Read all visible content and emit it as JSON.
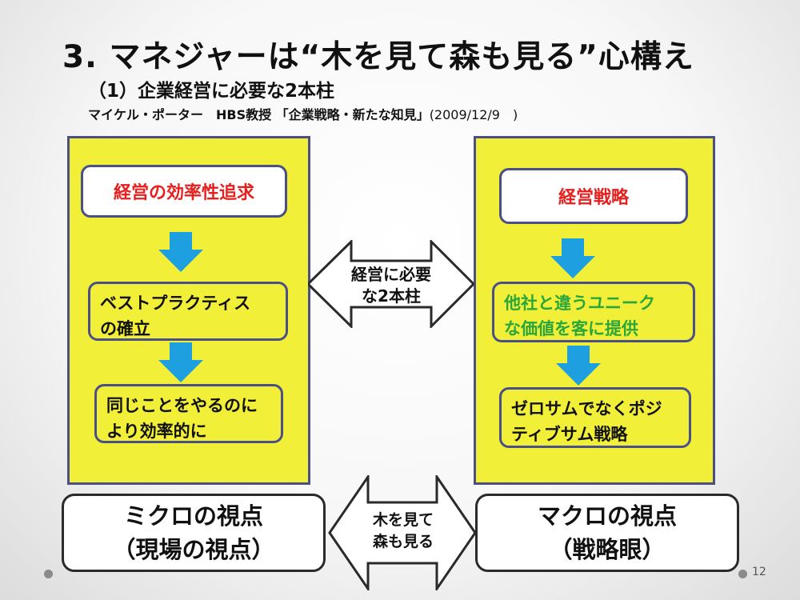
{
  "slide": {
    "title": "3. マネジャーは“木を見て森も見る”心構え",
    "subtitle": "（1）企業経営に必要な2本柱",
    "reference_prefix": "マイケル・ポーター　HBS教授 「企業戦略・新たな知見」",
    "reference_date": "(2009/12/9　)",
    "page_number": "12"
  },
  "left_panel": {
    "header": "経営の効率性追求",
    "step1": "ベストプラクティス\nの確立",
    "step2": "同じことをやるのに\nより効率的に"
  },
  "right_panel": {
    "header": "経営戦略",
    "step1": "他社と違うユニーク\nな価値を客に提供",
    "step2": "ゼロサムでなくポジ\nティブサム戦略"
  },
  "middle_arrow": {
    "label": "経営に必要\nな2本柱"
  },
  "bottom": {
    "left_line1": "ミクロの視点",
    "left_line2": "（現場の視点）",
    "arrow_label": "木を見て\n森も見る",
    "right_line1": "マクロの視点",
    "right_line2": "（戦略眼）"
  },
  "colors": {
    "panel_yellow": "#f2ef38",
    "border_navy": "#4a4f86",
    "red_text": "#e5201f",
    "green_text": "#2aa63c",
    "arrow_blue": "#1e9fe0"
  }
}
